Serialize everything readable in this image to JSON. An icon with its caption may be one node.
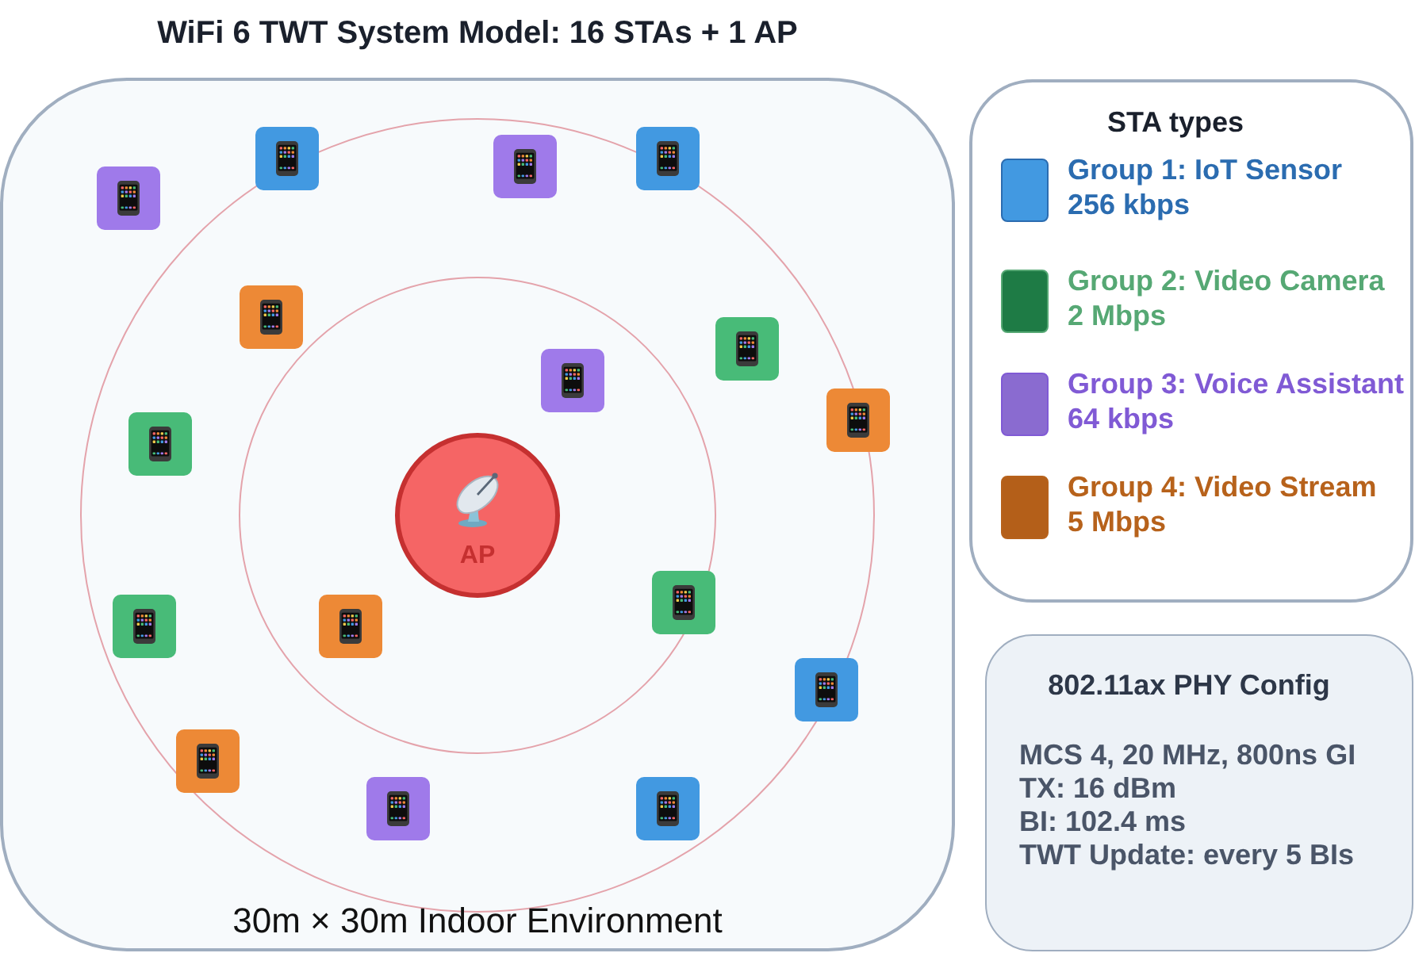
{
  "diagram": {
    "title": "WiFi 6 TWT System Model: 16 STAs + 1 AP",
    "nodes": [
      {
        "text": [
          "30m × 30m Indoor Environment"
        ]
      },
      {
        "text": [],
        "shape": "box",
        "in": 0
      },
      {
        "text": [],
        "shape": "box",
        "in": 0
      },
      {
        "text": [],
        "shape": "box",
        "in": 0
      },
      {
        "text": [],
        "shape": "box",
        "in": 0
      },
      {
        "text": [],
        "shape": "box",
        "in": 0
      },
      {
        "text": [],
        "shape": "box",
        "in": 0
      },
      {
        "text": [],
        "shape": "box",
        "in": 0
      },
      {
        "text": [],
        "shape": "box",
        "in": 0
      },
      {
        "text": [],
        "shape": "box",
        "in": 0
      },
      {
        "text": [
          "AP"
        ],
        "in": 0
      },
      {
        "text": [],
        "shape": "box",
        "in": 0
      },
      {
        "text": [],
        "shape": "box",
        "in": 0
      },
      {
        "text": [],
        "shape": "box",
        "in": 0
      },
      {
        "text": [],
        "shape": "box",
        "in": 0
      },
      {
        "text": [],
        "shape": "box",
        "in": 0
      },
      {
        "text": [],
        "shape": "box",
        "in": 0
      },
      {
        "text": [],
        "shape": "box",
        "in": 0
      },
      {
        "text": [
          "802.11ax PHY Config",
          "MCS 4, 20 MHz, 800ns GI",
          "TX: 16 dBm",
          "BI: 102.4 ms",
          "TWT Update: every 5 BIs"
        ]
      }
    ],
    "labels": [
      "STA types"
    ],
    "legend": [
      {
        "text": "Group 1: IoT Sensor 256 kbps",
        "color": "#4299e1"
      },
      {
        "text": "Group 2: Video Camera 2 Mbps",
        "color": "#1e7b45"
      },
      {
        "text": "Group 3: Voice Assistant 64 kbps",
        "color": "#8a6bd0"
      },
      {
        "text": "Group 4: Video Stream 5 Mbps",
        "color": "#b45f19"
      }
    ]
  }
}
